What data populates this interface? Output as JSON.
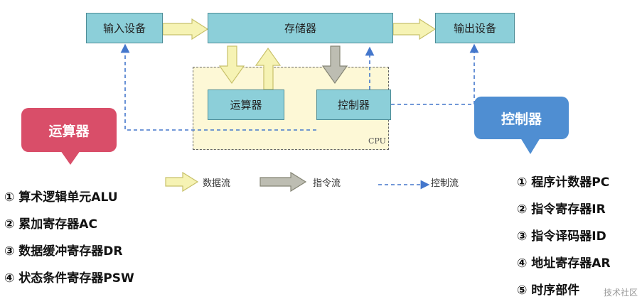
{
  "boxes": {
    "input": "输入设备",
    "memory": "存储器",
    "output": "输出设备",
    "alu": "运算器",
    "control": "控制器"
  },
  "cpu_label": "CPU",
  "bubbles": {
    "alu": "运算器",
    "control": "控制器"
  },
  "legend": {
    "data_flow": "数据流",
    "instruction_flow": "指令流",
    "control_flow": "控制流"
  },
  "alu_components": [
    "① 算术逻辑单元ALU",
    "② 累加寄存器AC",
    "③ 数据缓冲寄存器DR",
    "④ 状态条件寄存器PSW"
  ],
  "control_components": [
    "① 程序计数器PC",
    "② 指令寄存器IR",
    "③ 指令译码器ID",
    "④ 地址寄存器AR",
    "⑤ 时序部件"
  ],
  "watermark": "技术社区",
  "colors": {
    "box_fill": "#8ccfd9",
    "data_arrow": "#f6f3b4",
    "instruction_arrow": "#bdbdb2",
    "control_line": "#4477cc",
    "alu_bubble": "#d94e69",
    "control_bubble": "#4f8ed2",
    "cpu_fill": "#fdf8d6"
  }
}
